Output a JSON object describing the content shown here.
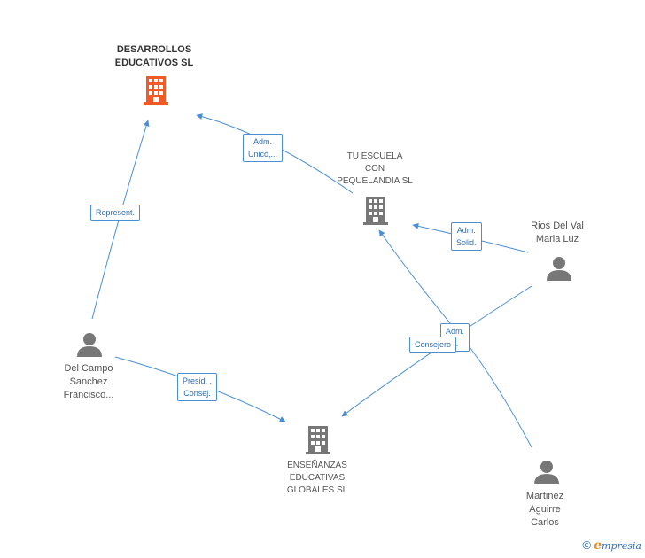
{
  "colors": {
    "edge": "#4a8fd4",
    "main_company": "#f05a28",
    "company": "#777777",
    "person": "#777777"
  },
  "nodes": {
    "desarrollos": {
      "name": "DESARROLLOS\nEDUCATIVOS SL",
      "icon": "building-icon"
    },
    "tu_escuela": {
      "name": "TU ESCUELA\nCON\nPEQUELANDIA SL",
      "icon": "building-icon"
    },
    "ensenanzas": {
      "name": "ENSEÑANZAS\nEDUCATIVAS\nGLOBALES SL",
      "icon": "building-icon"
    },
    "rios": {
      "name": "Rios Del Val\nMaria Luz",
      "icon": "person-icon"
    },
    "del_campo": {
      "name": "Del Campo\nSanchez\nFrancisco...",
      "icon": "person-icon"
    },
    "martinez": {
      "name": "Martinez\nAguirre\nCarlos",
      "icon": "person-icon"
    }
  },
  "edges": {
    "adm_unico": "Adm.\nUnico,...",
    "represent": "Represent.",
    "adm_solid": "Adm.\nSolid.",
    "adm_d": "Adm.\n      d.",
    "consejero": "Consejero",
    "presid_consej": "Presid. ,\nConsej."
  },
  "footer": {
    "copyright": "©",
    "brand_first": "e",
    "brand_rest": "mpresia"
  }
}
